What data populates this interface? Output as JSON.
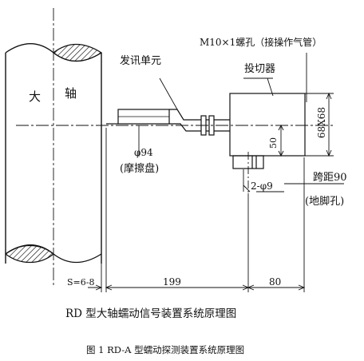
{
  "labels": {
    "shaft": "大",
    "shaft2": "轴",
    "sender_unit": "发讯单元",
    "bolt_note": "M10×1螺孔（接操作气管）",
    "switch_device": "投切器",
    "dia94": "φ94",
    "friction_disc": "(摩擦盘)",
    "dim_50": "50",
    "dim_68x68": "68X68",
    "holes": "2-φ9",
    "span90": "跨距90",
    "foot_holes": "(地脚孔)",
    "gap": "S=6-8",
    "dim_199": "199",
    "dim_80": "80"
  },
  "title": "RD 型大轴蠕动信号装置系统原理图",
  "caption": "图 1 RD-A 型蠕动探测装置系统原理图"
}
